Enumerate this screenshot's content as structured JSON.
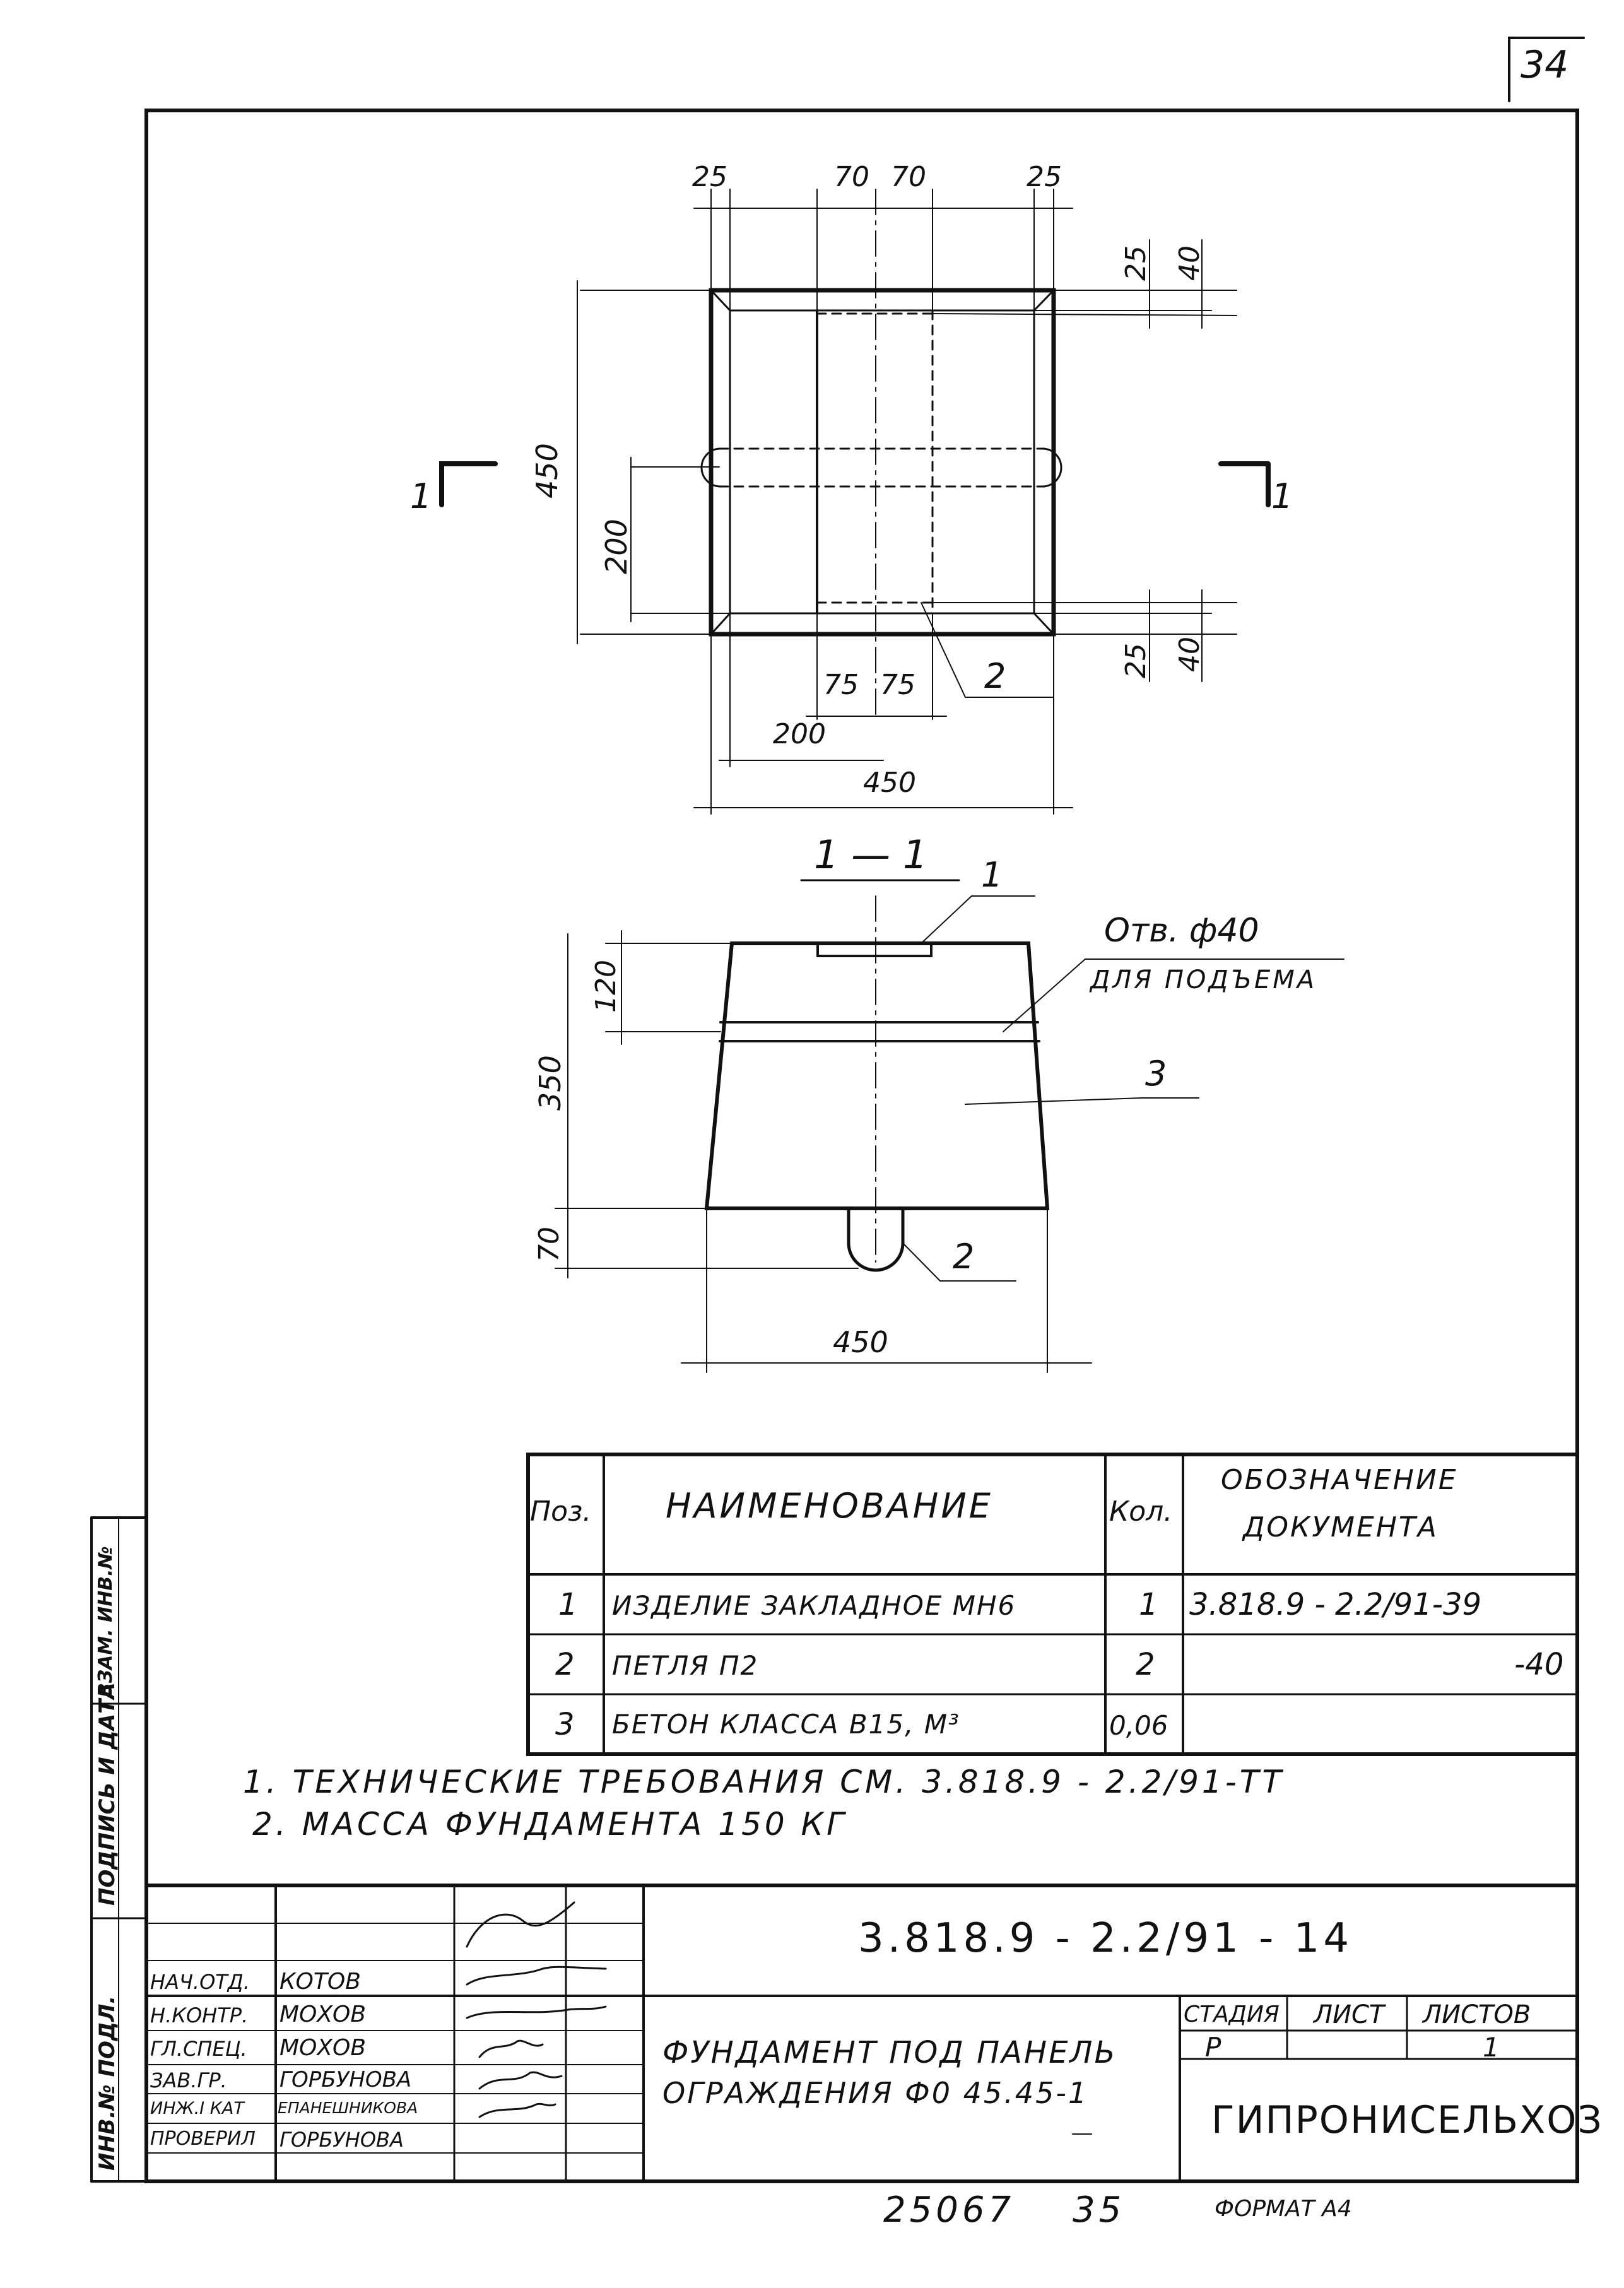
{
  "sheet_number": "34",
  "drawing": {
    "plan_dims": {
      "top_left": "25",
      "top_mid1": "70",
      "top_mid2": "70",
      "top_right": "25",
      "right_top_25": "25",
      "right_top_40": "40",
      "right_bot_25": "25",
      "right_bot_40": "40",
      "left_450": "450",
      "left_200": "200",
      "bot_75a": "75",
      "bot_75b": "75",
      "bot_200": "200",
      "bot_450": "450",
      "pos_2": "2"
    },
    "section_marks": {
      "left_num": "1",
      "right_num": "1"
    },
    "section_title": "1 — 1",
    "section_dims": {
      "d120": "120",
      "d350": "350",
      "d70": "70",
      "d450": "450"
    },
    "callouts": {
      "pos1": "1",
      "hole_line1": "Отв. ф40",
      "hole_line2": "для подъема",
      "pos3": "3",
      "pos2": "2"
    }
  },
  "spec_table": {
    "headers": {
      "pos": "Поз.",
      "name": "Наименование",
      "qty": "Кол.",
      "doc_line1": "Обозначение",
      "doc_line2": "документа"
    },
    "rows": [
      {
        "pos": "1",
        "name": "Изделие закладное МН6",
        "qty": "1",
        "doc": "3.818.9 - 2.2/91-39"
      },
      {
        "pos": "2",
        "name": "Петля П2",
        "qty": "2",
        "doc": "-40"
      },
      {
        "pos": "3",
        "name": "Бетон класса В15, м³",
        "qty": "0,06",
        "doc": ""
      }
    ]
  },
  "notes": [
    "1. Технические требования см. 3.818.9 - 2.2/91-ТТ",
    "2. Масса фундамента 150 кг"
  ],
  "title_block": {
    "designation": "3.818.9 - 2.2/91 - 14",
    "roles": [
      {
        "role": "Нач.отд.",
        "name": "Котов"
      },
      {
        "role": "Н.контр.",
        "name": "Мохов"
      },
      {
        "role": "Гл.спец.",
        "name": "Мохов"
      },
      {
        "role": "Зав.гр.",
        "name": "Горбунова"
      },
      {
        "role": "Инж.I кат",
        "name": "Епанешникова"
      },
      {
        "role": "Проверил",
        "name": "Горбунова"
      }
    ],
    "title_line1": "Фундамент под панель",
    "title_line2": "ограждения Ф0 45.45-1",
    "stage_label": "Стадия",
    "sheet_label": "Лист",
    "sheets_label": "Листов",
    "stage_value": "Р",
    "sheets_value": "1",
    "organization": "ГИПРОНИСЕЛЬХОЗ"
  },
  "side_stamp": {
    "inv_orig": "Инв.№ подл.",
    "sign_date": "Подпись и дата",
    "replace_inv": "Взам. инв.№"
  },
  "footer": {
    "code": "25067",
    "num": "35",
    "format": "Формат А4"
  }
}
